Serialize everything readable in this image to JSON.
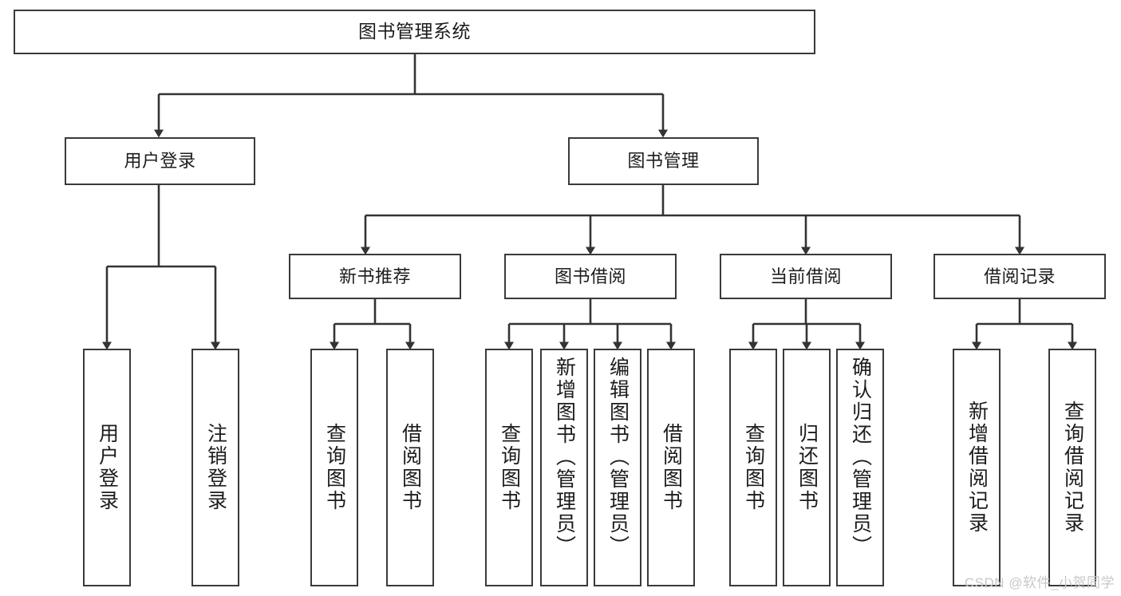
{
  "diagram": {
    "title": "图书管理系统",
    "watermark": "CSDN @软件_小贺同学",
    "colors": {
      "box_border": "#3a3a3a",
      "box_fill": "#ffffff",
      "connector": "#333333",
      "text": "#1c1c1c",
      "watermark": "#c8c8c8",
      "background": "#ffffff"
    }
  },
  "nodes": {
    "root": {
      "label": "图书管理系统"
    },
    "level2": [
      {
        "label": "用户登录"
      },
      {
        "label": "图书管理"
      }
    ],
    "level3": [
      {
        "label": "新书推荐"
      },
      {
        "label": "图书借阅"
      },
      {
        "label": "当前借阅"
      },
      {
        "label": "借阅记录"
      }
    ],
    "leaves": {
      "user_login": [
        {
          "label": "用户登录"
        },
        {
          "label": "注销登录"
        }
      ],
      "new_book_recommend": [
        {
          "label": "查询图书"
        },
        {
          "label": "借阅图书"
        }
      ],
      "book_borrow": [
        {
          "label": "查询图书"
        },
        {
          "label": "新增图书（管理员）"
        },
        {
          "label": "编辑图书（管理员）"
        },
        {
          "label": "借阅图书"
        }
      ],
      "current_borrow": [
        {
          "label": "查询图书"
        },
        {
          "label": "归还图书"
        },
        {
          "label": "确认归还（管理员）"
        }
      ],
      "borrow_record": [
        {
          "label": "新增借阅记录"
        },
        {
          "label": "查询借阅记录"
        }
      ]
    }
  }
}
